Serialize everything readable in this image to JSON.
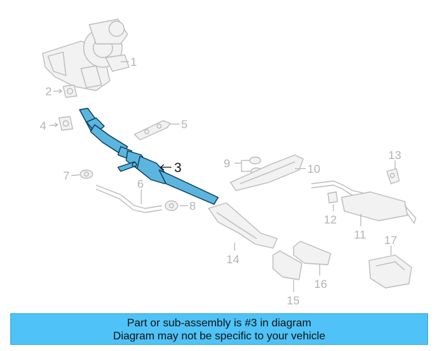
{
  "diagram": {
    "highlight_color": "#5bb5df",
    "callouts": {
      "c1": "1",
      "c2": "2",
      "c3": "3",
      "c4": "4",
      "c5": "5",
      "c6": "6",
      "c7": "7",
      "c8": "8",
      "c9": "9",
      "c10": "10",
      "c11": "11",
      "c12": "12",
      "c13": "13",
      "c14": "14",
      "c15": "15",
      "c16": "16",
      "c17": "17"
    }
  },
  "banner": {
    "line1": "Part or sub-assembly is #3 in diagram",
    "line2": "Diagram may not be specific to your vehicle",
    "background": "#4fc3f7"
  }
}
